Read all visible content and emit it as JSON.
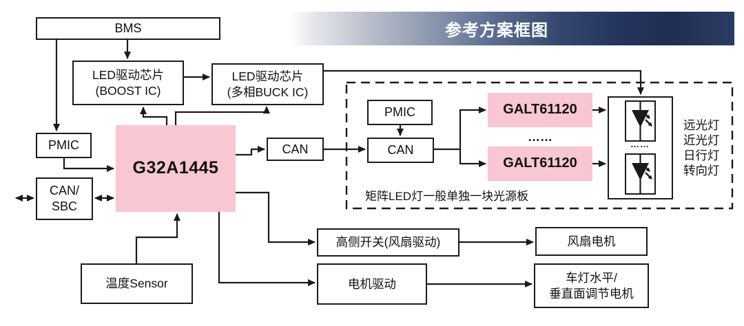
{
  "banner": {
    "title": "参考方案框图"
  },
  "colors": {
    "pink": "#f8c7d1",
    "line": "#1a1a1a",
    "banner_navy": "#24355e"
  },
  "blocks": {
    "bms": {
      "label": "BMS"
    },
    "boost_driver": {
      "line1": "LED驱动芯片",
      "line2": "(BOOST IC)"
    },
    "buck_driver": {
      "line1": "LED驱动芯片",
      "line2": "(多相BUCK IC)"
    },
    "pmic": {
      "label": "PMIC"
    },
    "can_sbc": {
      "line1": "CAN/",
      "line2": "SBC"
    },
    "mcu": {
      "label": "G32A1445"
    },
    "can": {
      "label": "CAN"
    },
    "temp_sensor": {
      "label": "温度Sensor"
    },
    "high_side_switch": {
      "label": "高侧开关(风扇驱动)"
    },
    "motor_driver": {
      "label": "电机驱动"
    },
    "fan_motor": {
      "label": "风扇电机"
    },
    "adjust_motor": {
      "line1": "车灯水平/",
      "line2": "垂直面调节电机"
    }
  },
  "light_board": {
    "pmic": {
      "label": "PMIC"
    },
    "can": {
      "label": "CAN"
    },
    "galt_top": {
      "label": "GALT61120"
    },
    "galt_bottom": {
      "label": "GALT61120"
    },
    "ellipsis": "……",
    "led_ellipsis": "……",
    "caption": "矩阵LED灯一般单独一块光源板",
    "lamp_labels": [
      "远光灯",
      "近光灯",
      "日行灯",
      "转向灯"
    ]
  }
}
